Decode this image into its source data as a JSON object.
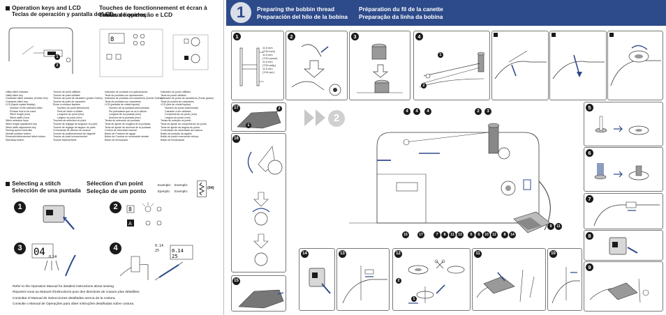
{
  "left": {
    "operation": {
      "title_en": "Operation keys and LCD",
      "title_es": "Teclas de operación y pantalla de LCD",
      "title_fr": "Touches de fonctionnement et écran à cristaux liquides",
      "title_pt": "Teclas de operação e LCD"
    },
    "legend_en": [
      "Utility stitch indicator",
      "Utility stitch key",
      "Character stitch indicator (Gothic font)",
      "Character stitch key",
      "LCD (liquid crystal display)",
      "Number of the selected stitch",
      "Presser foot to be used",
      "Stitch length (mm)",
      "Stitch width (mm)",
      "Stitch selection keys",
      "Stitch length adjustment key",
      "Stitch width adjustment key",
      "Sewing speed controller",
      "Needle position button",
      "Reverse/reinforcement stitch button",
      "Start/stop button"
    ],
    "legend_fr": [
      "Témoin de point utilitaire",
      "Touche de point utilitaire",
      "Témoin de point de caractère (police Gothic)",
      "Touche de point de caractère",
      "Écran à cristaux liquides",
      "Numéro du point sélectionné",
      "Pied-de-biche à utiliser",
      "Longueur du point (mm)",
      "Largeur du point (mm)",
      "Touches de sélection du point",
      "Touche de réglage de longueur du point",
      "Touche de réglage de largeur du point",
      "Commande de vitesse de couture",
      "Touche de positionnement de l'aiguille",
      "Touche de point inverse/renfort",
      "Touche Marche/Arrêt"
    ],
    "legend_es": [
      "Indicador de puntada con aplicaciones",
      "Tecla de puntada con aplicaciones",
      "Indicador de puntada con caracteres (fuente Gothic)",
      "Tecla de puntada con caracteres",
      "LCD (pantalla de cristal líquido)",
      "Número de la puntada seleccionada",
      "Pie prensatela que se va a utilizar",
      "Longitud de la puntada (mm)",
      "Anchura de la puntada (mm)",
      "Teclas de selección de puntada",
      "Tecla de ajuste de longitud de la puntada",
      "Tecla de ajuste de anchura de la puntada",
      "Control de velocidad manual",
      "Botón de Posición de aguja",
      "Botón de Costura en reversa/de remate",
      "Botón de inicio/parar"
    ],
    "legend_pt": [
      "Indicador do ponto utilitário",
      "Tecla do ponto utilitário",
      "Indicador de ponto de caracteres (Fonte gótica)",
      "Tecla de pontos de caracteres",
      "LCD (tela de cristal líquido)",
      "Número do ponto selecionado",
      "Calcador a ser utilizado",
      "Comprimento do ponto (mm)",
      "Largura do ponto (mm)",
      "Teclas de seleção do ponto",
      "Tecla de ajuste do comprimento do ponto",
      "Tecla de ajuste da largura do ponto",
      "Controlador de velocidade da costura",
      "Botão de posição da agulha",
      "Botão de ponto reverso/de reforço",
      "Botão de iniciar/parar"
    ],
    "selecting": {
      "title_en": "Selecting a stitch",
      "title_es": "Selección de una puntada",
      "title_fr": "Sélection d'un point",
      "title_pt": "Seleção de um ponto"
    },
    "example_labels": [
      "Example:",
      "Exemple:",
      "Ejemplo:",
      "Exemplo:"
    ],
    "example_code": "(04)",
    "lcd_digits": "04",
    "lcd_small": [
      "0.14",
      "25"
    ],
    "footer": [
      "Refer to the Operation Manual for detailed instructions about sewing.",
      "Reportez-vous au Manuel d'instructions pour des directives de couture plus détaillées.",
      "Consultar el Manual de instrucciones detalladas acerca de la costura.",
      "Consulte o Manual de Operações para obter instruções detalhadas sobre costura."
    ]
  },
  "right": {
    "step_number": "1",
    "title_en": "Preparing the bobbin thread",
    "title_es": "Preparación del hilo de la bobina",
    "title_fr": "Préparation du fil de la canette",
    "title_pt": "Preparação da linha da bobina",
    "bobbin_dims": [
      "11.5 mm",
      "(7/16 inch)",
      "(7/16 pouce)",
      "(7/16 pulg.)",
      "(7/16 pol.)"
    ],
    "next_step_number": "2",
    "callouts": [
      "4",
      "4",
      "4",
      "2",
      "3",
      "15",
      "17",
      "7",
      "8",
      "11",
      "13",
      "5",
      "6",
      "10",
      "12",
      "8",
      "14",
      "9",
      "11"
    ]
  },
  "colors": {
    "header_blue": "#2d4a8a",
    "ink": "#1a1a1a",
    "light_gray": "#d8d8d8"
  }
}
